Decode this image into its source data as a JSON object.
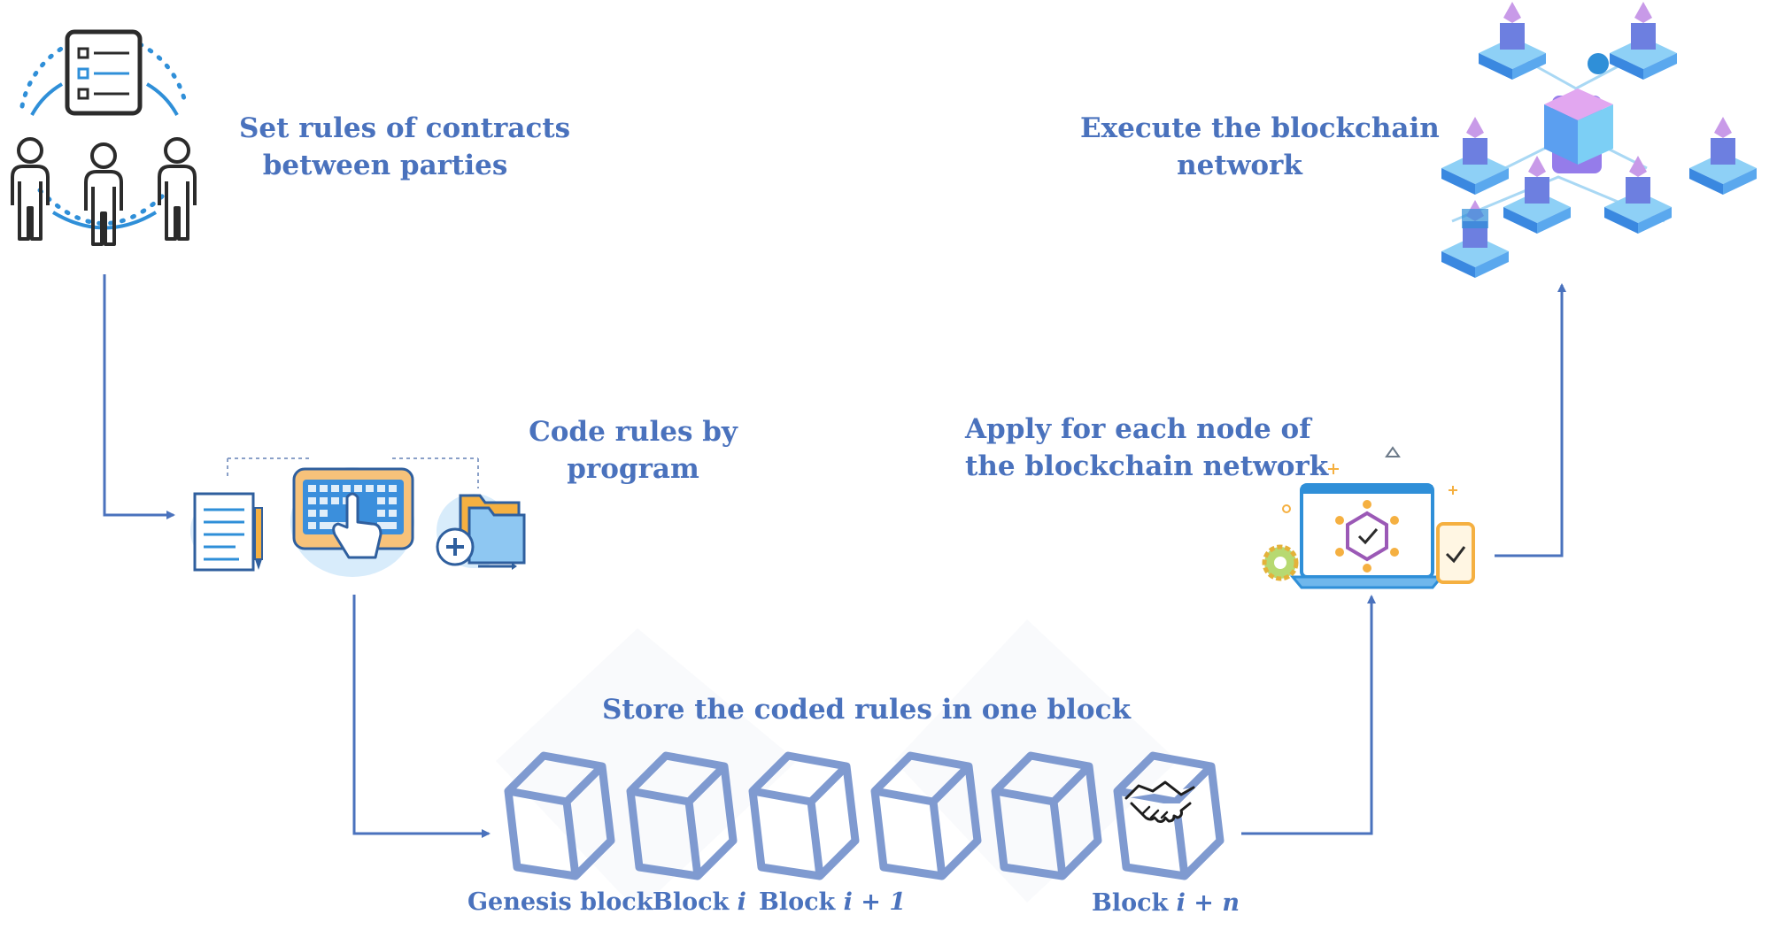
{
  "steps": {
    "set_rules": {
      "line1": "Set rules of contracts",
      "line2": "between parties"
    },
    "code_rules": {
      "line1": "Code rules by",
      "line2": "program"
    },
    "store_rules": {
      "text": "Store the coded rules in one block"
    },
    "apply_nodes": {
      "line1": "Apply for each node of",
      "line2": "the blockchain network"
    },
    "execute": {
      "line1": "Execute the blockchain",
      "line2": "network"
    }
  },
  "blocks": {
    "genesis": "Genesis block",
    "block_i": {
      "word": "Block",
      "math": "i"
    },
    "block_i1": {
      "word": "Block",
      "math": "i + 1"
    },
    "block_in": {
      "word": "Block",
      "math": "i + n"
    }
  },
  "colors": {
    "text": "#4a72bd",
    "arrow": "#4a72bd",
    "chain": "#7f9ad0",
    "icon_blue": "#2f8fd8",
    "icon_light": "#d8ecfb",
    "orange": "#f5b041",
    "purple": "#9b59b6"
  },
  "icons": [
    "contract-people-icon",
    "document-icon",
    "keyboard-hand-icon",
    "folder-add-icon",
    "blockchain-chain-icon",
    "handshake-icon",
    "laptop-network-icon",
    "network-nodes-icon"
  ]
}
